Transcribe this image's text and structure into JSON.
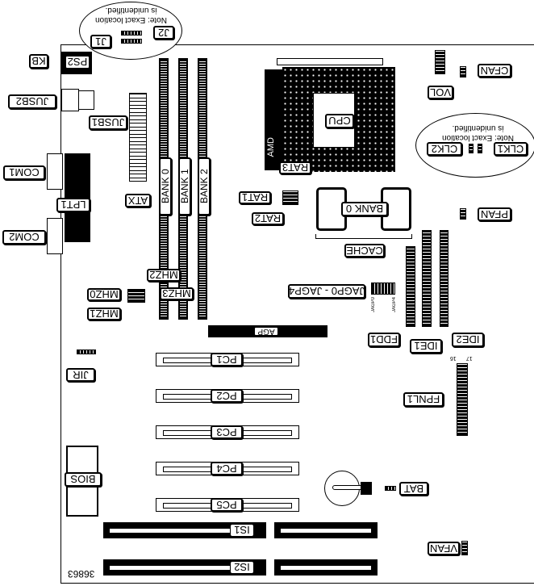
{
  "labels": {
    "j1": "J1",
    "j2": "J2",
    "kb": "KB",
    "ps2": "PS2",
    "jusb2": "JUSB2",
    "jusb1": "JUSB1",
    "atx": "ATX",
    "com1": "COM1",
    "com2": "COM2",
    "lpt1": "LPT1",
    "bank0": "BANK 0",
    "bank1": "BANK 1",
    "bank2": "BANK 2",
    "cpu": "CPU",
    "amd": "AMD",
    "rat1": "RAT1",
    "rat2": "RAT2",
    "rat3": "RAT3",
    "cache_bank": "BANK 0",
    "cache": "CACHE",
    "vol": "VOL",
    "cfan": "CFAN",
    "clk1": "CLK1",
    "clk2": "CLK2",
    "pfan": "PFAN",
    "fdd1": "FDD1",
    "ide1": "IDE1",
    "ide2": "IDE2",
    "jagp": "JAGP0 - JAGP4",
    "jagp0": "JAGP0",
    "jagp4": "JAGP4",
    "mhz0": "MHZ0",
    "mhz1": "MHZ1",
    "mhz2": "MHZ2",
    "mhz3": "MHZ3",
    "agp": "AGP",
    "jir": "JIR",
    "pc1": "PC1",
    "pc2": "PC2",
    "pc3": "PC3",
    "pc4": "PC4",
    "pc5": "PC5",
    "fpnl1": "FPNL1",
    "pin17": "17",
    "pin16": "16",
    "bios": "BIOS",
    "bat": "BAT",
    "is1": "IS1",
    "is2": "IS2",
    "vfan": "VFAN",
    "figure_id": "36863"
  },
  "notes": {
    "top": "Note: Exact location is unidentified.",
    "right": "Note: Exact location is unidentified."
  }
}
